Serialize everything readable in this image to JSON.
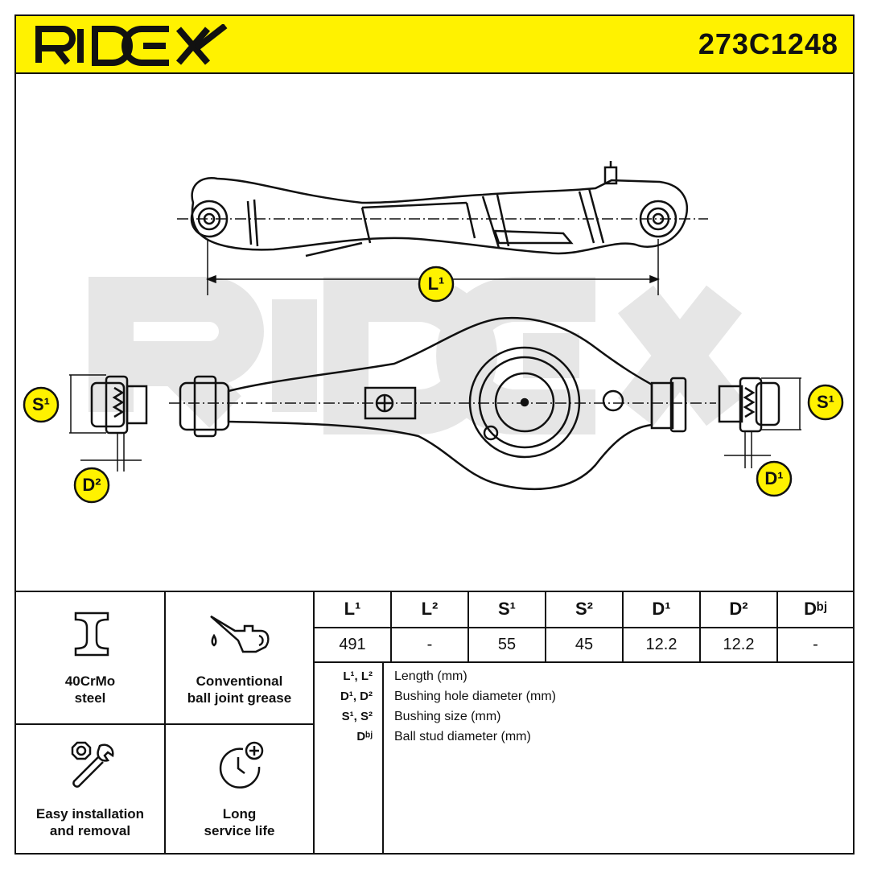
{
  "header": {
    "brand": "RIDEX",
    "part_number": "273C1248"
  },
  "drawing": {
    "watermark": "RIDEX",
    "labels": {
      "l1": "L¹",
      "s1_left": "S¹",
      "s1_right": "S¹",
      "d1": "D¹",
      "d2": "D²"
    },
    "badge_color": "#fff200"
  },
  "features": [
    {
      "icon": "steel-beam-icon",
      "label_line1": "40CrMo",
      "label_line2": "steel"
    },
    {
      "icon": "grease-can-icon",
      "label_line1": "Conventional",
      "label_line2": "ball joint grease"
    },
    {
      "icon": "tools-icon",
      "label_line1": "Easy installation",
      "label_line2": "and removal"
    },
    {
      "icon": "clock-plus-icon",
      "label_line1": "Long",
      "label_line2": "service life"
    }
  ],
  "specs": {
    "headers": [
      "L¹",
      "L²",
      "S¹",
      "S²",
      "D¹",
      "D²",
      "Dᵇʲ"
    ],
    "values": [
      "491",
      "-",
      "55",
      "45",
      "12.2",
      "12.2",
      "-"
    ]
  },
  "legend": [
    {
      "key": "L¹, L²",
      "text": "Length (mm)"
    },
    {
      "key": "D¹, D²",
      "text": "Bushing hole diameter (mm)"
    },
    {
      "key": "S¹, S²",
      "text": "Bushing size (mm)"
    },
    {
      "key": "Dᵇʲ",
      "text": "Ball stud diameter (mm)"
    }
  ],
  "colors": {
    "accent_yellow": "#fff200",
    "line": "#111111",
    "watermark": "#e6e6e6"
  }
}
